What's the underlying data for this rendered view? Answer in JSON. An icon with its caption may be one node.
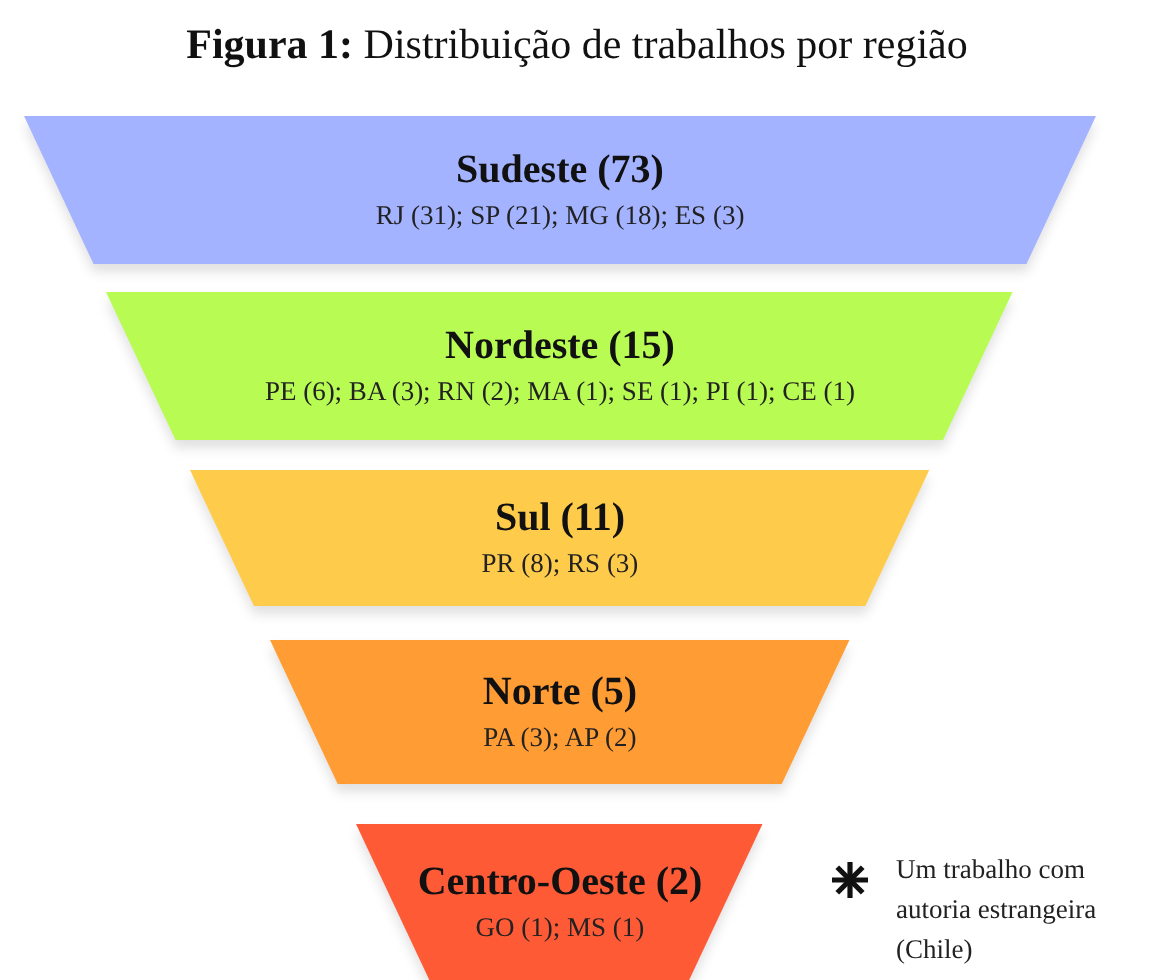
{
  "diagram": {
    "title": "**Figura 1:** Distribuição de trabalhos por região",
    "nodes": [
      {
        "text": [
          "Sudeste (73)",
          "RJ (31); SP (21); MG (18); ES (3)"
        ]
      },
      {
        "text": [
          "Nordeste (15)",
          "PE (6); BA (3); RN (2); MA (1); SE (1); PI (1); CE (1)"
        ]
      },
      {
        "text": [
          "Sul (11)",
          "PR (8); RS (3)"
        ]
      },
      {
        "text": [
          "Norte (5)",
          "PA (3); AP (2)"
        ]
      },
      {
        "text": [
          "Centro-Oeste (2)",
          "GO (1); MS (1)"
        ]
      }
    ],
    "labels": [
      "Um trabalho com autoria estrangeira (Chile)"
    ]
  }
}
